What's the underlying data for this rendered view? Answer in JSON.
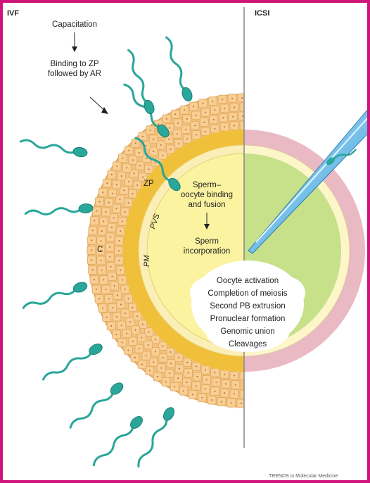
{
  "panels": {
    "left_title": "IVF",
    "right_title": "ICSI"
  },
  "labels": {
    "capacitation": "Capacitation",
    "binding_line1": "Binding to ZP",
    "binding_line2": "followed by AR",
    "zp": "ZP",
    "pvs": "PVS",
    "pm": "PM",
    "c": "C",
    "fusion_line1": "Sperm–",
    "fusion_line2": "oocyte binding",
    "fusion_line3": "and fusion",
    "incorp_line1": "Sperm",
    "incorp_line2": "incorporation"
  },
  "steps": [
    "Oocyte activation",
    "Completion of meiosis",
    "Second PB extrusion",
    "Pronuclear formation",
    "Genomic union",
    "Cleavages"
  ],
  "source": "TRENDS in Molecular Medicine",
  "colors": {
    "frame": "#d0157a",
    "cumulus": "#f3c27e",
    "zona_pellucida": "#f0c03a",
    "perivitelline": "#fbefb7",
    "ooplasm_ivf": "#fbf3a0",
    "ooplasm_icsi": "#c7e08a",
    "zona_icsi": "#e9b9c4",
    "sperm": "#2aa69a",
    "needle": "#3aa7e2"
  }
}
